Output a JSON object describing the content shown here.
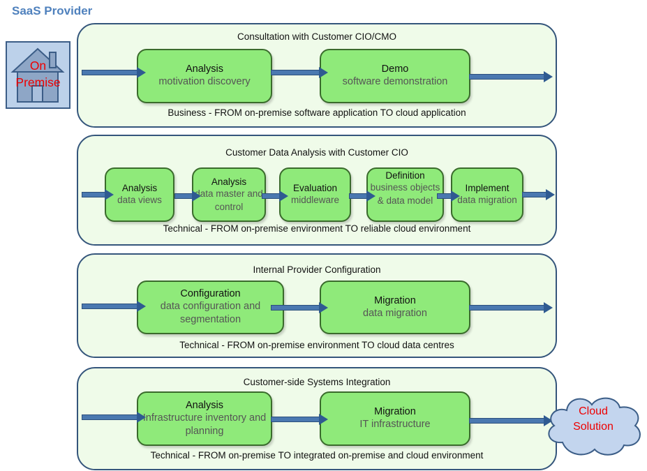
{
  "header": "SaaS Provider",
  "start": {
    "label_line1": "On",
    "label_line2": "Premise"
  },
  "end": {
    "label_line1": "Cloud",
    "label_line2": "Solution"
  },
  "colors": {
    "header": "#4f81bd",
    "panel_fill": "#effbe9",
    "panel_border": "#34557b",
    "box_fill": "#8fea7a",
    "arrow": "#4a78b0",
    "house_fill": "#bcd1ea",
    "cloud_fill": "#c3d5ee",
    "endpoint_text": "#ee0000"
  },
  "panels": [
    {
      "title": "Consultation with Customer CIO/CMO",
      "footer": "Business - FROM on-premise software application TO cloud application",
      "steps": [
        {
          "title": "Analysis",
          "desc": "motivation discovery"
        },
        {
          "title": "Demo",
          "desc": "software demonstration"
        }
      ]
    },
    {
      "title": "Customer Data Analysis with Customer CIO",
      "footer": "Technical - FROM on-premise environment TO reliable cloud environment",
      "steps": [
        {
          "title": "Analysis",
          "desc": "data views"
        },
        {
          "title": "Analysis",
          "desc": "data master and control"
        },
        {
          "title": "Evaluation",
          "desc": "middleware"
        },
        {
          "title": "Definition",
          "desc": "business objects & data model"
        },
        {
          "title": "Implement",
          "desc": "data migration"
        }
      ]
    },
    {
      "title": "Internal Provider Configuration",
      "footer": "Technical - FROM on-premise environment TO cloud data centres",
      "steps": [
        {
          "title": "Configuration",
          "desc": "data configuration and segmentation"
        },
        {
          "title": "Migration",
          "desc": "data migration"
        }
      ]
    },
    {
      "title": "Customer-side Systems Integration",
      "footer": "Technical - FROM on-premise TO integrated on-premise and cloud environment",
      "steps": [
        {
          "title": "Analysis",
          "desc": "Infrastructure inventory and planning"
        },
        {
          "title": "Migration",
          "desc": "IT infrastructure"
        }
      ]
    }
  ]
}
